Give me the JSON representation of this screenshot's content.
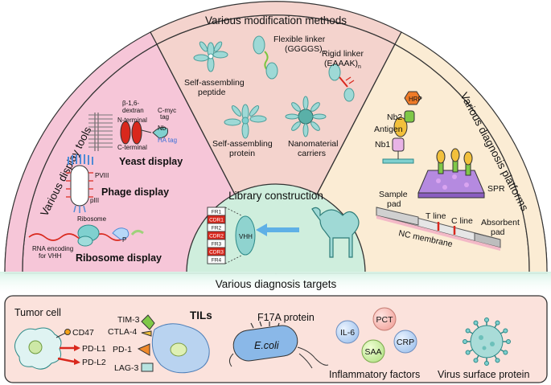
{
  "sections": {
    "display_tools": "Various display tools",
    "modification": "Various modification methods",
    "diagnosis_platforms": "Various diagnosis platforms",
    "library": "Library construction",
    "targets": "Various diagnosis targets"
  },
  "display": {
    "yeast": "Yeast display",
    "phage": "Phage display",
    "ribosome": "Ribosome display",
    "beta16": "β-1,6-",
    "dextran": "dextran",
    "nterm": "N-terminal",
    "cterm": "C-terminal",
    "cmyc1": "C-myc",
    "cmyc2": "tag",
    "nb": "Nb",
    "ha": "HA tag",
    "pviii": "PVIII",
    "piii": "pIII",
    "ribosome_label": "Ribosome",
    "rna1": "RNA encoding",
    "rna2": "for VHH",
    "p": "P"
  },
  "modification": {
    "flex1": "Flexible linker",
    "flex2": "(GGGGS)",
    "rigid1": "Rigid linker",
    "rigid2": "(EAAAK)",
    "sub_n": "n",
    "sap1": "Self-assembling",
    "sap2": "peptide",
    "sapr1": "Self-assembling",
    "sapr2": "protein",
    "nano1": "Nanomaterial",
    "nano2": "carriers"
  },
  "platforms": {
    "hrp": "HRP",
    "nb2": "Nb2",
    "antigen": "Antigen",
    "nb1": "Nb1",
    "spr": "SPR",
    "sample1": "Sample",
    "sample2": "pad",
    "tline": "T line",
    "cline": "C line",
    "absorbent1": "Absorbent",
    "absorbent2": "pad",
    "nc": "NC membrane"
  },
  "library": {
    "regions": [
      "FR1",
      "CDR1",
      "FR2",
      "CDR2",
      "FR3",
      "CDR3",
      "FR4"
    ],
    "vhh": "VHH"
  },
  "targets": {
    "tumor": "Tumor cell",
    "cd47": "CD47",
    "pdl1": "PD-L1",
    "pdl2": "PD-L2",
    "tim3": "TIM-3",
    "ctla4": "CTLA-4",
    "pd1": "PD-1",
    "lag3": "LAG-3",
    "tils": "TILs",
    "f17a": "F17A protein",
    "ecoli": "E.coli",
    "il6": "IL-6",
    "pct": "PCT",
    "crp": "CRP",
    "saa": "SAA",
    "inflam": "Inflammatory factors",
    "virus": "Virus surface protein"
  },
  "colors": {
    "pink_panel": "#f6c6d8",
    "modification_panel": "#f4d3cd",
    "platform_panel": "#fbecd4",
    "library_panel": "#cfeedd",
    "bottom_panel": "#fbe2dc",
    "teal": "#7fd0cf",
    "cdr_red": "#d9281d"
  }
}
